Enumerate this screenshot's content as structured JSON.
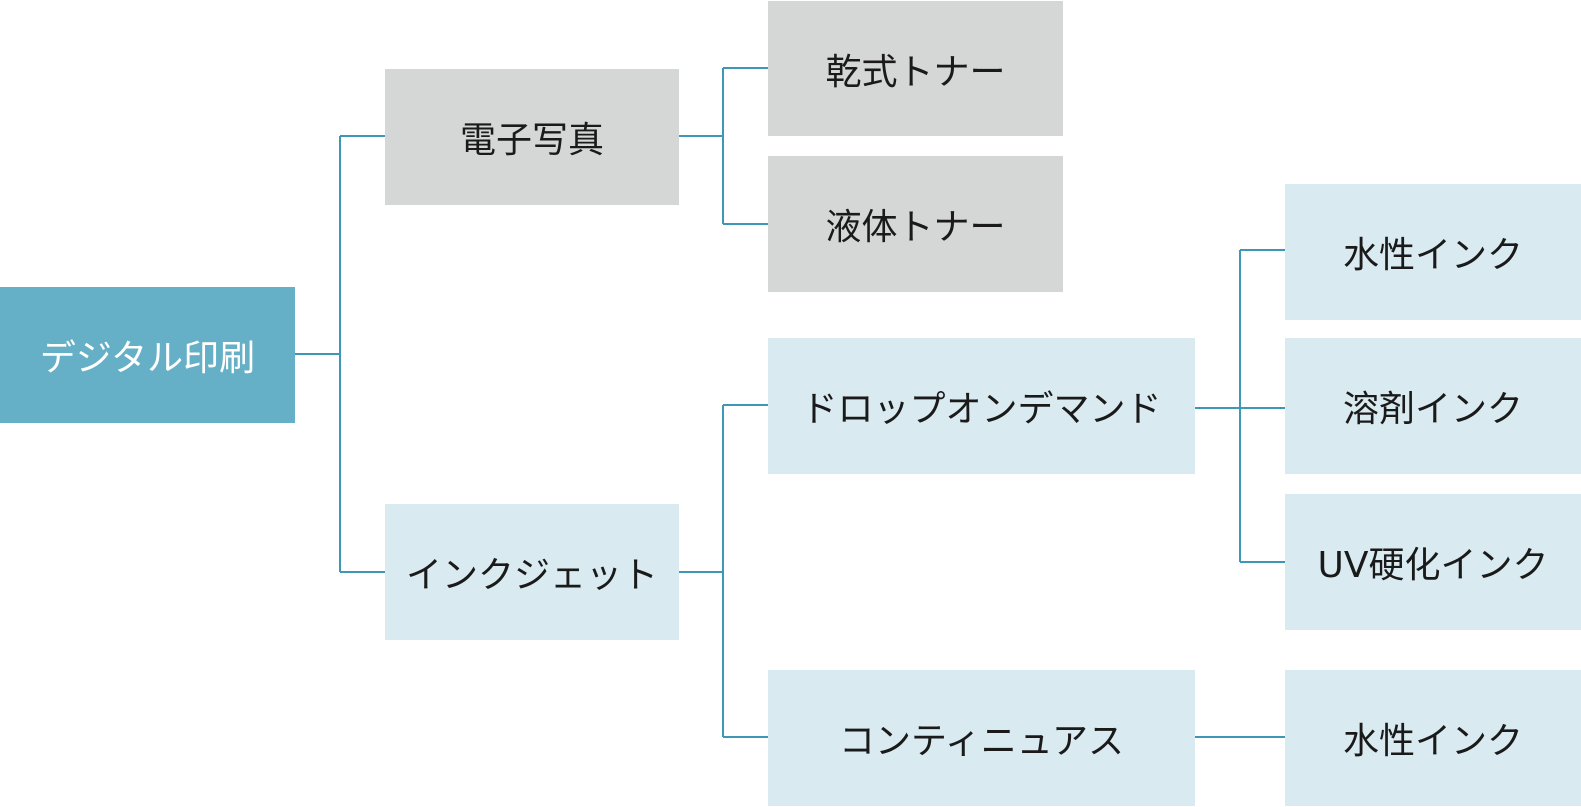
{
  "diagram": {
    "root": {
      "label": "デジタル印刷"
    },
    "electrophotography": {
      "label": "電子写真",
      "children": [
        {
          "label": "乾式トナー"
        },
        {
          "label": "液体トナー"
        }
      ]
    },
    "inkjet": {
      "label": "インクジェット",
      "drop_on_demand": {
        "label": "ドロップオンデマンド",
        "children": [
          {
            "label": "水性インク"
          },
          {
            "label": "溶剤インク"
          },
          {
            "label": "UV硬化インク"
          }
        ]
      },
      "continuous": {
        "label": "コンティニュアス",
        "children": [
          {
            "label": "水性インク"
          }
        ]
      }
    }
  }
}
